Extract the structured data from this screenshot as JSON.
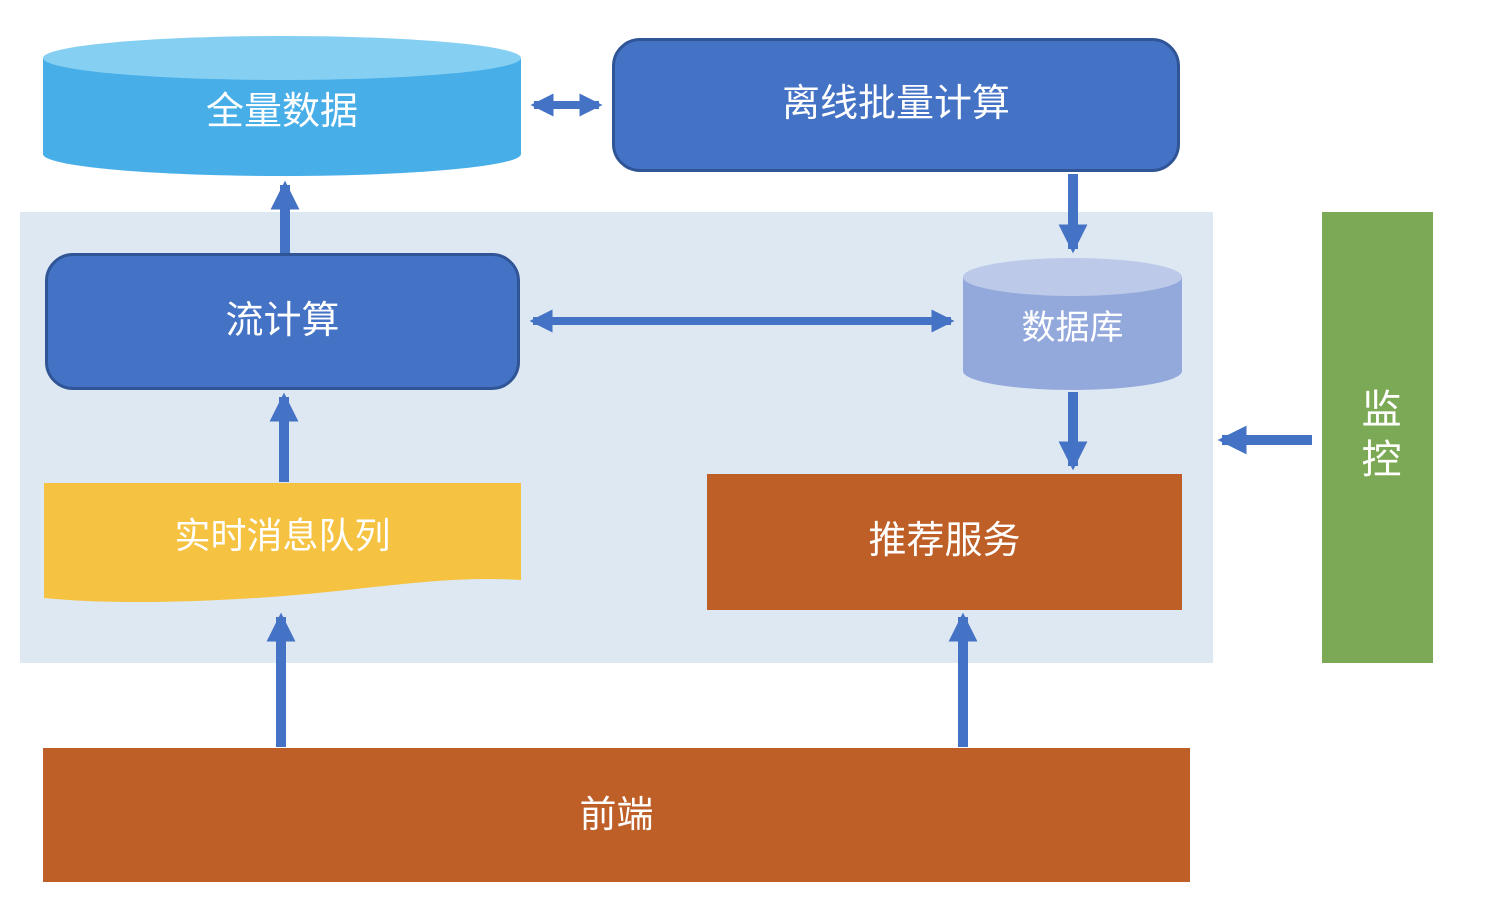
{
  "diagram_type": "architecture-flow-diagram",
  "language": "zh-CN",
  "colors": {
    "background": "#FFFFFF",
    "panel_bg": "#DEE8F3",
    "arrow": "#4472C4",
    "blue_box_fill": "#4472C4",
    "blue_box_border": "#2F5597",
    "full_data_body": "#47AEE8",
    "full_data_top": "#85CFF2",
    "database_body": "#93A9DC",
    "database_top": "#BCC9E9",
    "queue_fill": "#F5C242",
    "service_fill": "#BD5F27",
    "monitor_fill": "#7CA955",
    "label_text": "#FFFFFF"
  },
  "nodes": {
    "full_data": {
      "label": "全量数据",
      "shape": "cylinder"
    },
    "offline_batch": {
      "label": "离线批量计算",
      "shape": "rounded-rect"
    },
    "stream_compute": {
      "label": "流计算",
      "shape": "rounded-rect"
    },
    "database": {
      "label": "数据库",
      "shape": "cylinder"
    },
    "realtime_queue": {
      "label": "实时消息队列",
      "shape": "wave-document"
    },
    "recommend_service": {
      "label": "推荐服务",
      "shape": "rect"
    },
    "frontend": {
      "label": "前端",
      "shape": "rect"
    },
    "monitor": {
      "label": "监控",
      "shape": "rect-vertical"
    }
  },
  "edges": [
    {
      "from": "full_data",
      "to": "offline_batch",
      "bidirectional": true
    },
    {
      "from": "offline_batch",
      "to": "database",
      "bidirectional": false
    },
    {
      "from": "stream_compute",
      "to": "database",
      "bidirectional": true
    },
    {
      "from": "stream_compute",
      "to": "full_data",
      "bidirectional": false
    },
    {
      "from": "realtime_queue",
      "to": "stream_compute",
      "bidirectional": false
    },
    {
      "from": "database",
      "to": "recommend_service",
      "bidirectional": false
    },
    {
      "from": "frontend",
      "to": "realtime_queue",
      "bidirectional": false
    },
    {
      "from": "frontend",
      "to": "recommend_service",
      "bidirectional": false
    },
    {
      "from": "monitor",
      "to": "system-panel",
      "bidirectional": false
    }
  ]
}
